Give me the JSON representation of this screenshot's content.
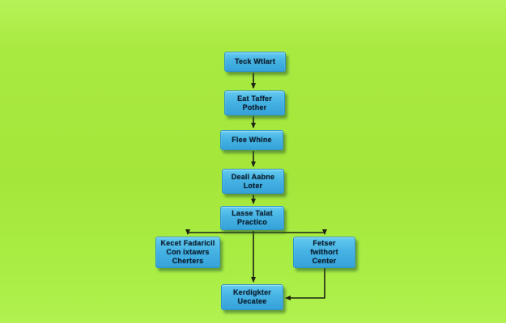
{
  "diagram": {
    "type": "flowchart",
    "background_color": "#a8e83e",
    "node_fill_color": "#46b3e4",
    "node_border_color": "#2e94c9",
    "connector_color": "#1d2413",
    "text_color": "#0c2133",
    "nodes": [
      {
        "id": "node-1",
        "label": "Teck Wtlart"
      },
      {
        "id": "node-2",
        "label": "Eat Taffer\nPother"
      },
      {
        "id": "node-3",
        "label": "Flee Whine"
      },
      {
        "id": "node-4",
        "label": "Deall Aabne\nLoter"
      },
      {
        "id": "node-5",
        "label": "Lasse Talat\nPractico"
      },
      {
        "id": "node-left",
        "label": "Kecet Fadaricil\nCon ixtawrs\nCherters"
      },
      {
        "id": "node-right",
        "label": "Fetser\nfwithort\nCenter"
      },
      {
        "id": "node-bottom",
        "label": "Kerdigkter\nUecatee"
      }
    ],
    "edges": [
      {
        "from": "node-1",
        "to": "node-2"
      },
      {
        "from": "node-2",
        "to": "node-3"
      },
      {
        "from": "node-3",
        "to": "node-4"
      },
      {
        "from": "node-4",
        "to": "node-5"
      },
      {
        "from": "node-5",
        "to": "node-left"
      },
      {
        "from": "node-5",
        "to": "node-right"
      },
      {
        "from": "node-5",
        "to": "node-bottom"
      },
      {
        "from": "node-right",
        "to": "node-bottom"
      }
    ]
  }
}
